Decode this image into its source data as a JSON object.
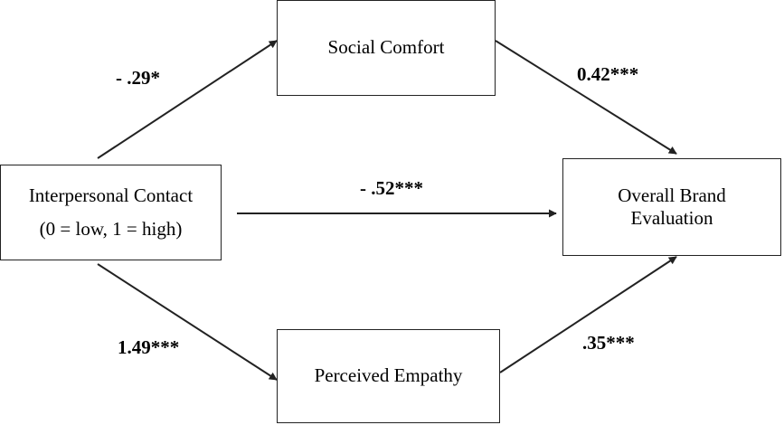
{
  "nodes": {
    "interpersonal_contact": {
      "line1": "Interpersonal Contact",
      "line2": "(0 = low, 1 = high)"
    },
    "social_comfort": {
      "label": "Social Comfort"
    },
    "perceived_empathy": {
      "label": "Perceived Empathy"
    },
    "overall_brand_evaluation": {
      "line1": "Overall Brand",
      "line2": "Evaluation"
    }
  },
  "paths": {
    "ic_to_sc": "- .29*",
    "sc_to_obe": "0.42***",
    "ic_to_obe": "- .52***",
    "ic_to_pe": "1.49***",
    "pe_to_obe": ".35***"
  },
  "colors": {
    "line": "#222222",
    "text": "#000000"
  }
}
